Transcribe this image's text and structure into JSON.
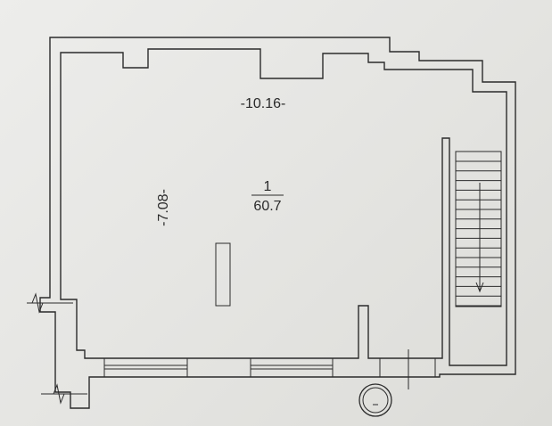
{
  "plan": {
    "width_label": "-10.16-",
    "height_label": "-7.08-",
    "room_number": "1",
    "room_area": "60.7"
  }
}
